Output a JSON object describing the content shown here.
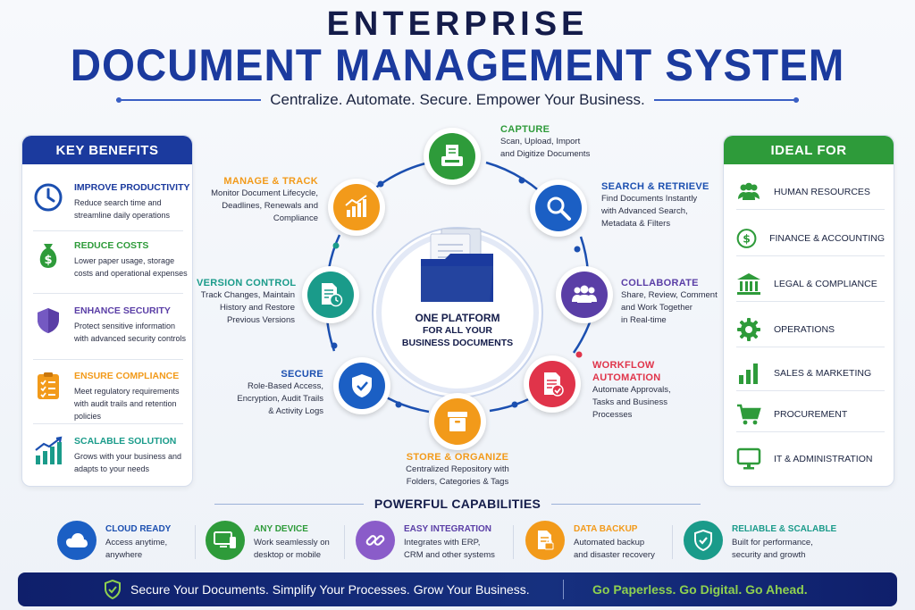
{
  "header": {
    "line1": "ENTERPRISE",
    "line2": "DOCUMENT MANAGEMENT SYSTEM",
    "tagline": "Centralize. Automate. Secure. Empower Your Business."
  },
  "key_benefits": {
    "title": "KEY BENEFITS",
    "items": [
      {
        "title": "IMPROVE PRODUCTIVITY",
        "desc": "Reduce search time and streamline daily operations",
        "icon": "clock-icon"
      },
      {
        "title": "REDUCE COSTS",
        "desc": "Lower paper usage, storage costs and operational expenses",
        "icon": "money-bag-icon"
      },
      {
        "title": "ENHANCE SECURITY",
        "desc": "Protect sensitive information with advanced security controls",
        "icon": "shield-icon"
      },
      {
        "title": "ENSURE COMPLIANCE",
        "desc": "Meet regulatory requirements with audit trails and retention policies",
        "icon": "checklist-icon"
      },
      {
        "title": "SCALABLE SOLUTION",
        "desc": "Grows with your business and adapts to your needs",
        "icon": "growth-chart-icon"
      }
    ]
  },
  "ideal_for": {
    "title": "IDEAL FOR",
    "items": [
      {
        "label": "HUMAN RESOURCES",
        "icon": "people-icon"
      },
      {
        "label": "FINANCE & ACCOUNTING",
        "icon": "dollar-icon"
      },
      {
        "label": "LEGAL & COMPLIANCE",
        "icon": "courthouse-icon"
      },
      {
        "label": "OPERATIONS",
        "icon": "gear-icon"
      },
      {
        "label": "SALES & MARKETING",
        "icon": "bar-chart-icon"
      },
      {
        "label": "PROCUREMENT",
        "icon": "cart-icon"
      },
      {
        "label": "IT & ADMINISTRATION",
        "icon": "monitor-icon"
      }
    ]
  },
  "center": {
    "line1": "ONE PLATFORM",
    "line2": "FOR ALL YOUR",
    "line3": "BUSINESS DOCUMENTS"
  },
  "cycle": {
    "capture": {
      "title": "CAPTURE",
      "l1": "Scan, Upload, Import",
      "l2": "and Digitize Documents"
    },
    "search": {
      "title": "SEARCH & RETRIEVE",
      "l1": "Find Documents Instantly",
      "l2": "with Advanced Search,",
      "l3": "Metadata & Filters"
    },
    "collaborate": {
      "title": "COLLABORATE",
      "l1": "Share, Review, Comment",
      "l2": "and Work Together",
      "l3": "in Real-time"
    },
    "workflow": {
      "title1": "WORKFLOW",
      "title2": "AUTOMATION",
      "l1": "Automate Approvals,",
      "l2": "Tasks and Business",
      "l3": "Processes"
    },
    "store": {
      "title": "STORE & ORGANIZE",
      "l1": "Centralized Repository with",
      "l2": "Folders, Categories & Tags"
    },
    "secure": {
      "title": "SECURE",
      "l1": "Role-Based Access,",
      "l2": "Encryption, Audit Trails",
      "l3": "& Activity Logs"
    },
    "version": {
      "title": "VERSION CONTROL",
      "l1": "Track Changes, Maintain",
      "l2": "History and Restore",
      "l3": "Previous Versions"
    },
    "manage": {
      "title": "MANAGE & TRACK",
      "l1": "Monitor Document Lifecycle,",
      "l2": "Deadlines, Renewals and",
      "l3": "Compliance"
    }
  },
  "capabilities": {
    "title": "POWERFUL CAPABILITIES",
    "items": [
      {
        "title": "CLOUD READY",
        "l1": "Access anytime,",
        "l2": "anywhere",
        "icon": "cloud-icon"
      },
      {
        "title": "ANY DEVICE",
        "l1": "Work seamlessly on",
        "l2": "desktop or mobile",
        "icon": "devices-icon"
      },
      {
        "title": "EASY INTEGRATION",
        "l1": "Integrates with ERP,",
        "l2": "CRM and other systems",
        "icon": "link-icon"
      },
      {
        "title": "DATA BACKUP",
        "l1": "Automated backup",
        "l2": "and disaster recovery",
        "icon": "backup-document-icon"
      },
      {
        "title": "RELIABLE & SCALABLE",
        "l1": "Built for performance,",
        "l2": "security and growth",
        "icon": "shield-check-icon"
      }
    ]
  },
  "footer": {
    "left": "Secure Your Documents. Simplify Your Processes. Grow Your Business.",
    "right": "Go Paperless. Go Digital. Go Ahead."
  },
  "colors": {
    "navy": "#141c4a",
    "blue": "#1b3a9e",
    "green": "#2e9b3a",
    "orange": "#f29a1a",
    "purple": "#5a3ea6",
    "red": "#e0344a",
    "teal": "#1a9b8a",
    "lime": "#8fd14f"
  }
}
